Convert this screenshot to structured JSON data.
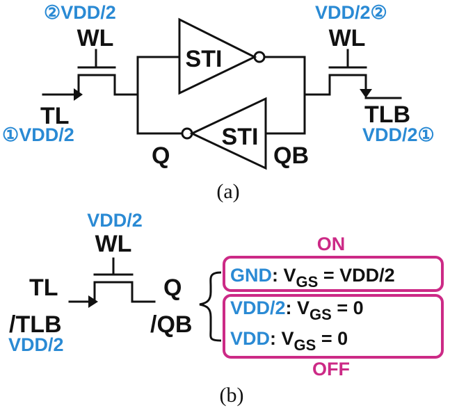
{
  "panel_a": {
    "caption": "(a)",
    "left": {
      "wl_supply": "②VDD/2",
      "wl_label": "WL",
      "tl_label": "TL",
      "tl_supply": "①VDD/2"
    },
    "right": {
      "wl_supply": "VDD/2②",
      "wl_label": "WL",
      "tlb_label": "TLB",
      "tlb_supply": "VDD/2①"
    },
    "inverter_top": "STI",
    "inverter_bottom": "STI",
    "node_q": "Q",
    "node_qb": "QB"
  },
  "panel_b": {
    "caption": "(b)",
    "wl_supply": "VDD/2",
    "wl_label": "WL",
    "tl_label": "TL",
    "tlb_label": "/TLB",
    "tl_supply": "VDD/2",
    "q_label": "Q",
    "qb_label": "/QB",
    "on_label": "ON",
    "off_label": "OFF",
    "cases": [
      {
        "level": "GND",
        "vgs_prefix": ": V",
        "vgs_sub": "GS",
        "vgs_value": " = VDD/2"
      },
      {
        "level": "VDD/2",
        "vgs_prefix": ": V",
        "vgs_sub": "GS",
        "vgs_value": " = 0"
      },
      {
        "level": "VDD",
        "vgs_prefix": ": V",
        "vgs_sub": "GS",
        "vgs_value": " = 0"
      }
    ]
  },
  "colors": {
    "wire": "#111111",
    "supply": "#2a8ad4",
    "state": "#cc2a86"
  }
}
